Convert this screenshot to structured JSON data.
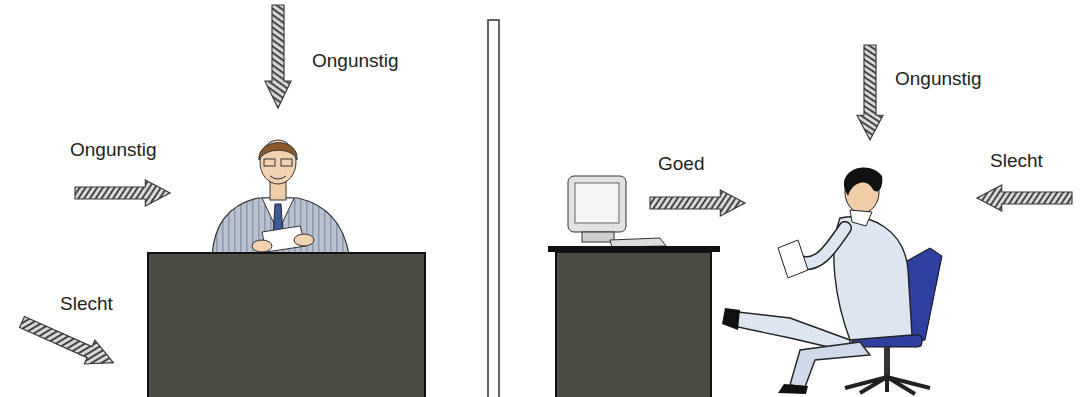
{
  "diagram": {
    "labels": [
      "Ongunstig",
      "Ongunstig",
      "Slecht",
      "Ongunstig",
      "Goed",
      "Slecht"
    ]
  }
}
